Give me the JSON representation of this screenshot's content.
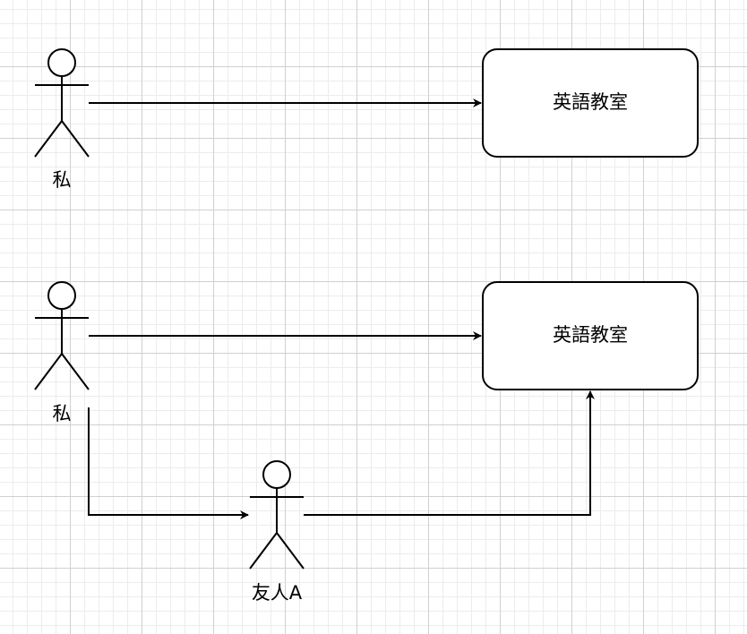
{
  "diagram": {
    "actors": {
      "actor1": {
        "label": "私"
      },
      "actor2": {
        "label": "私"
      },
      "actor3": {
        "label": "友人A"
      }
    },
    "boxes": {
      "box1": {
        "label": "英語教室"
      },
      "box2": {
        "label": "英語教室"
      }
    }
  }
}
